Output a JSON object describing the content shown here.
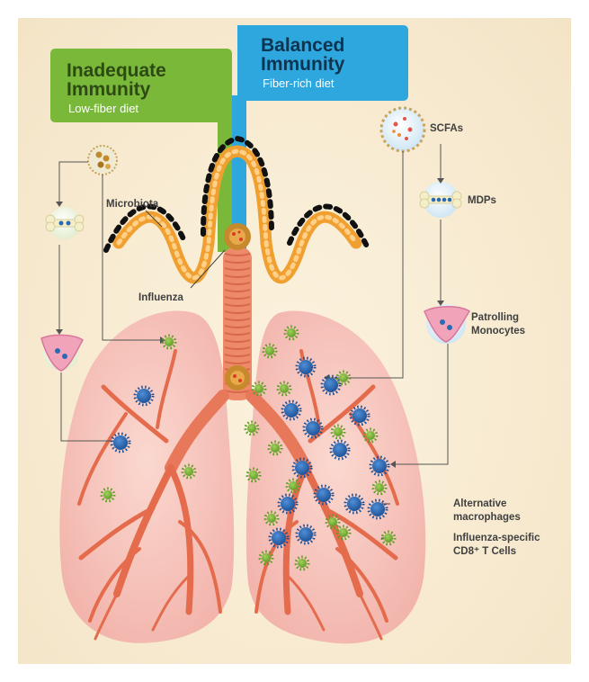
{
  "panels": {
    "left": {
      "title_line1": "Inadequate",
      "title_line2": "Immunity",
      "subtitle": "Low-fiber diet",
      "color": "#7ab83a"
    },
    "right": {
      "title_line1": "Balanced",
      "title_line2": "Immunity",
      "subtitle": "Fiber-rich diet",
      "color": "#2ea7de"
    }
  },
  "labels": {
    "microbiota": "Microbiota",
    "influenza": "Influenza",
    "scfas": "SCFAs",
    "mdps": "MDPs",
    "patrolling_line1": "Patrolling",
    "patrolling_line2": "Monocytes",
    "alt_mac_line1": "Alternative",
    "alt_mac_line2": "macrophages",
    "tcell_line1": "Influenza-specific",
    "tcell_line2": "CD8⁺ T Cells"
  },
  "colors": {
    "lung": "#f4b9b2",
    "airway": "#e8785a",
    "macrophage": "#2a6ab5",
    "tcell": "#7cb83a",
    "virus": "#c7892b",
    "background": "#f7ead0"
  },
  "icons": [
    "bacteria-cluster-icon",
    "bone-molecule-icon",
    "monocyte-icon",
    "virus-icon",
    "macrophage-icon",
    "t-cell-icon",
    "scfa-sphere-icon",
    "mdp-molecule-icon"
  ]
}
